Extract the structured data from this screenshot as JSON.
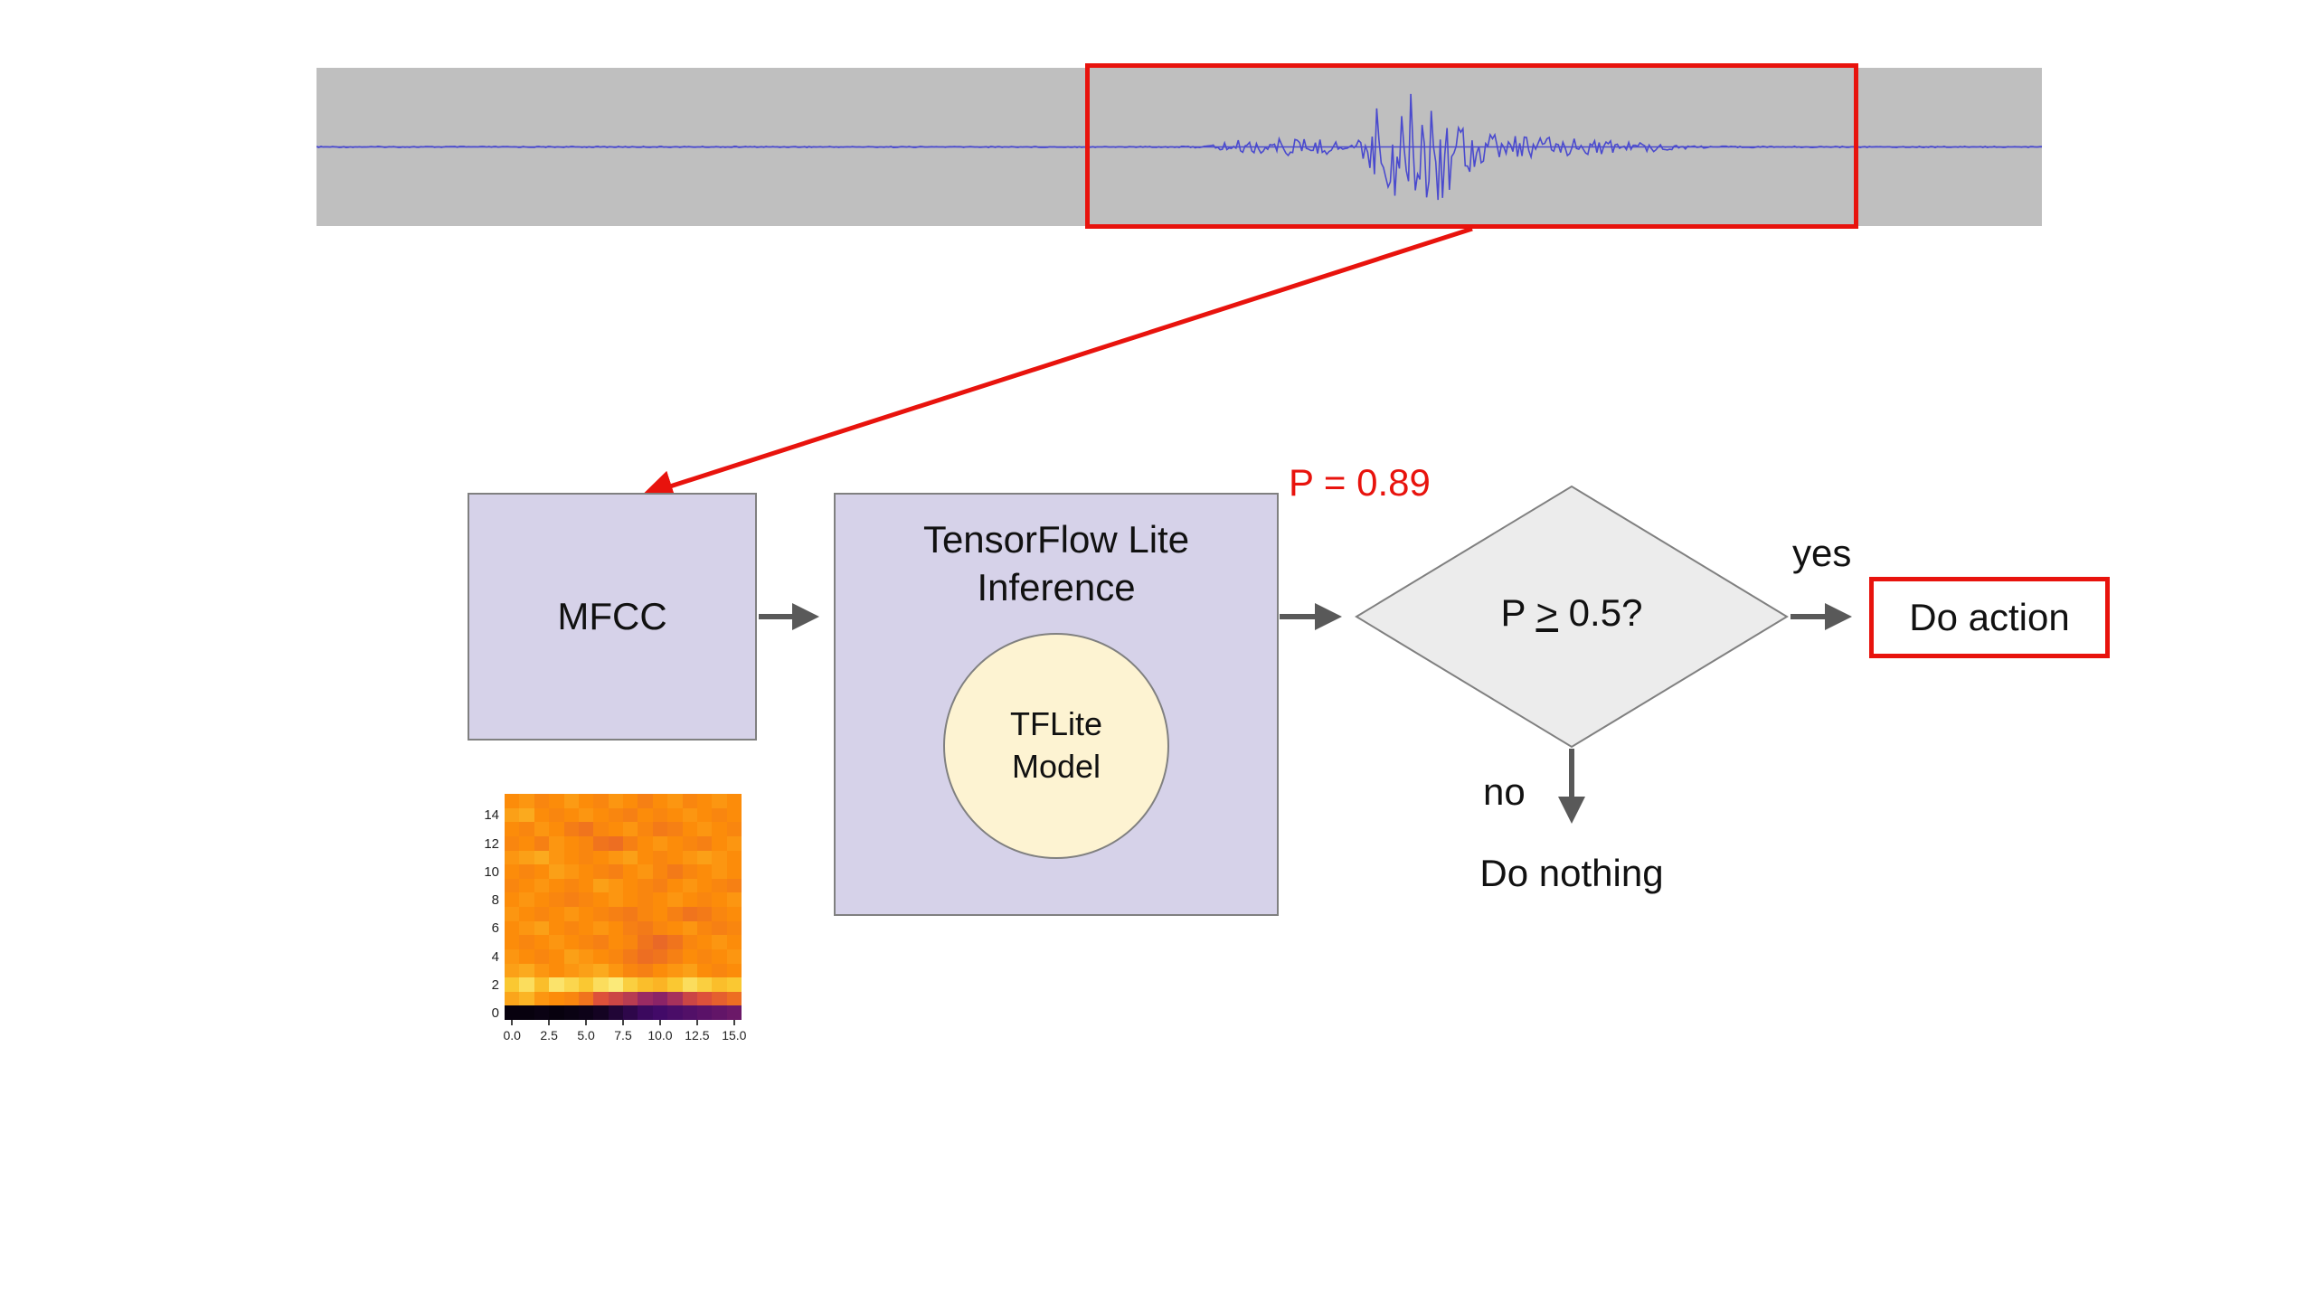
{
  "slide": {
    "background": "#ffffff"
  },
  "waveform": {
    "bar_color": "#bfbfbf",
    "line_color": "#4a4ace",
    "envelope": [
      [
        0,
        0.008
      ],
      [
        0.5,
        0.008
      ],
      [
        0.515,
        0.015
      ],
      [
        0.53,
        0.09
      ],
      [
        0.56,
        0.12
      ],
      [
        0.585,
        0.1
      ],
      [
        0.6,
        0.04
      ],
      [
        0.608,
        0.2
      ],
      [
        0.615,
        0.55
      ],
      [
        0.625,
        0.88
      ],
      [
        0.638,
        0.7
      ],
      [
        0.648,
        0.85
      ],
      [
        0.658,
        0.55
      ],
      [
        0.668,
        0.35
      ],
      [
        0.678,
        0.22
      ],
      [
        0.69,
        0.16
      ],
      [
        0.71,
        0.13
      ],
      [
        0.74,
        0.1
      ],
      [
        0.77,
        0.07
      ],
      [
        0.795,
        0.03
      ],
      [
        0.81,
        0.01
      ],
      [
        1,
        0.008
      ]
    ]
  },
  "flow": {
    "mfcc_label": "MFCC",
    "tflite_title_line1": "TensorFlow Lite",
    "tflite_title_line2": "Inference",
    "tflite_circle_line1": "TFLite",
    "tflite_circle_line2": "Model",
    "probability_label": "P = 0.89",
    "decision_pre": "P ",
    "decision_op": ">",
    "decision_post": " 0.5?",
    "yes_label": "yes",
    "no_label": "no",
    "do_action_label": "Do action",
    "do_nothing_label": "Do nothing"
  },
  "colors": {
    "node_fill": "#d6d2e9",
    "node_border": "#808080",
    "diamond_fill": "#ececec",
    "circle_fill": "#fdf3d2",
    "arrow_gray": "#595959",
    "accent_red": "#e8130d"
  },
  "heatmap": {
    "x_ticks": [
      "0.0",
      "2.5",
      "5.0",
      "7.5",
      "10.0",
      "12.5",
      "15.0"
    ],
    "y_ticks": [
      "14",
      "12",
      "10",
      "8",
      "6",
      "4",
      "2",
      "0"
    ],
    "colormap": "inferno",
    "rows_top_to_bottom": true,
    "values": [
      [
        0.8,
        0.82,
        0.78,
        0.8,
        0.83,
        0.8,
        0.78,
        0.82,
        0.8,
        0.76,
        0.8,
        0.82,
        0.78,
        0.8,
        0.82,
        0.8
      ],
      [
        0.84,
        0.86,
        0.8,
        0.78,
        0.8,
        0.82,
        0.8,
        0.78,
        0.76,
        0.8,
        0.78,
        0.8,
        0.82,
        0.8,
        0.78,
        0.8
      ],
      [
        0.8,
        0.78,
        0.82,
        0.8,
        0.75,
        0.72,
        0.78,
        0.8,
        0.82,
        0.78,
        0.74,
        0.76,
        0.8,
        0.82,
        0.8,
        0.78
      ],
      [
        0.78,
        0.8,
        0.76,
        0.82,
        0.8,
        0.78,
        0.72,
        0.7,
        0.76,
        0.8,
        0.82,
        0.8,
        0.78,
        0.76,
        0.8,
        0.82
      ],
      [
        0.82,
        0.84,
        0.86,
        0.82,
        0.8,
        0.78,
        0.8,
        0.82,
        0.84,
        0.8,
        0.78,
        0.8,
        0.82,
        0.84,
        0.82,
        0.8
      ],
      [
        0.8,
        0.78,
        0.8,
        0.84,
        0.82,
        0.8,
        0.78,
        0.76,
        0.8,
        0.82,
        0.78,
        0.74,
        0.78,
        0.8,
        0.82,
        0.8
      ],
      [
        0.78,
        0.8,
        0.82,
        0.8,
        0.78,
        0.8,
        0.84,
        0.82,
        0.8,
        0.78,
        0.76,
        0.8,
        0.82,
        0.8,
        0.78,
        0.76
      ],
      [
        0.8,
        0.82,
        0.8,
        0.78,
        0.76,
        0.78,
        0.8,
        0.82,
        0.8,
        0.78,
        0.8,
        0.82,
        0.8,
        0.78,
        0.8,
        0.82
      ],
      [
        0.82,
        0.8,
        0.78,
        0.8,
        0.82,
        0.8,
        0.78,
        0.76,
        0.74,
        0.78,
        0.8,
        0.76,
        0.72,
        0.74,
        0.78,
        0.8
      ],
      [
        0.8,
        0.82,
        0.84,
        0.8,
        0.78,
        0.8,
        0.82,
        0.8,
        0.76,
        0.74,
        0.78,
        0.8,
        0.82,
        0.78,
        0.76,
        0.78
      ],
      [
        0.8,
        0.78,
        0.8,
        0.82,
        0.8,
        0.78,
        0.76,
        0.8,
        0.78,
        0.72,
        0.68,
        0.72,
        0.78,
        0.8,
        0.82,
        0.8
      ],
      [
        0.82,
        0.8,
        0.78,
        0.8,
        0.84,
        0.82,
        0.8,
        0.78,
        0.74,
        0.7,
        0.72,
        0.76,
        0.8,
        0.78,
        0.8,
        0.82
      ],
      [
        0.84,
        0.86,
        0.82,
        0.8,
        0.82,
        0.84,
        0.86,
        0.82,
        0.78,
        0.76,
        0.8,
        0.82,
        0.84,
        0.8,
        0.78,
        0.8
      ],
      [
        0.92,
        0.95,
        0.9,
        0.96,
        0.94,
        0.92,
        0.95,
        0.97,
        0.93,
        0.9,
        0.88,
        0.92,
        0.95,
        0.93,
        0.9,
        0.92
      ],
      [
        0.85,
        0.88,
        0.82,
        0.8,
        0.78,
        0.72,
        0.6,
        0.55,
        0.5,
        0.42,
        0.38,
        0.45,
        0.55,
        0.6,
        0.65,
        0.7
      ],
      [
        0.02,
        0.02,
        0.03,
        0.02,
        0.03,
        0.04,
        0.06,
        0.1,
        0.14,
        0.18,
        0.2,
        0.22,
        0.24,
        0.26,
        0.28,
        0.3
      ]
    ]
  }
}
